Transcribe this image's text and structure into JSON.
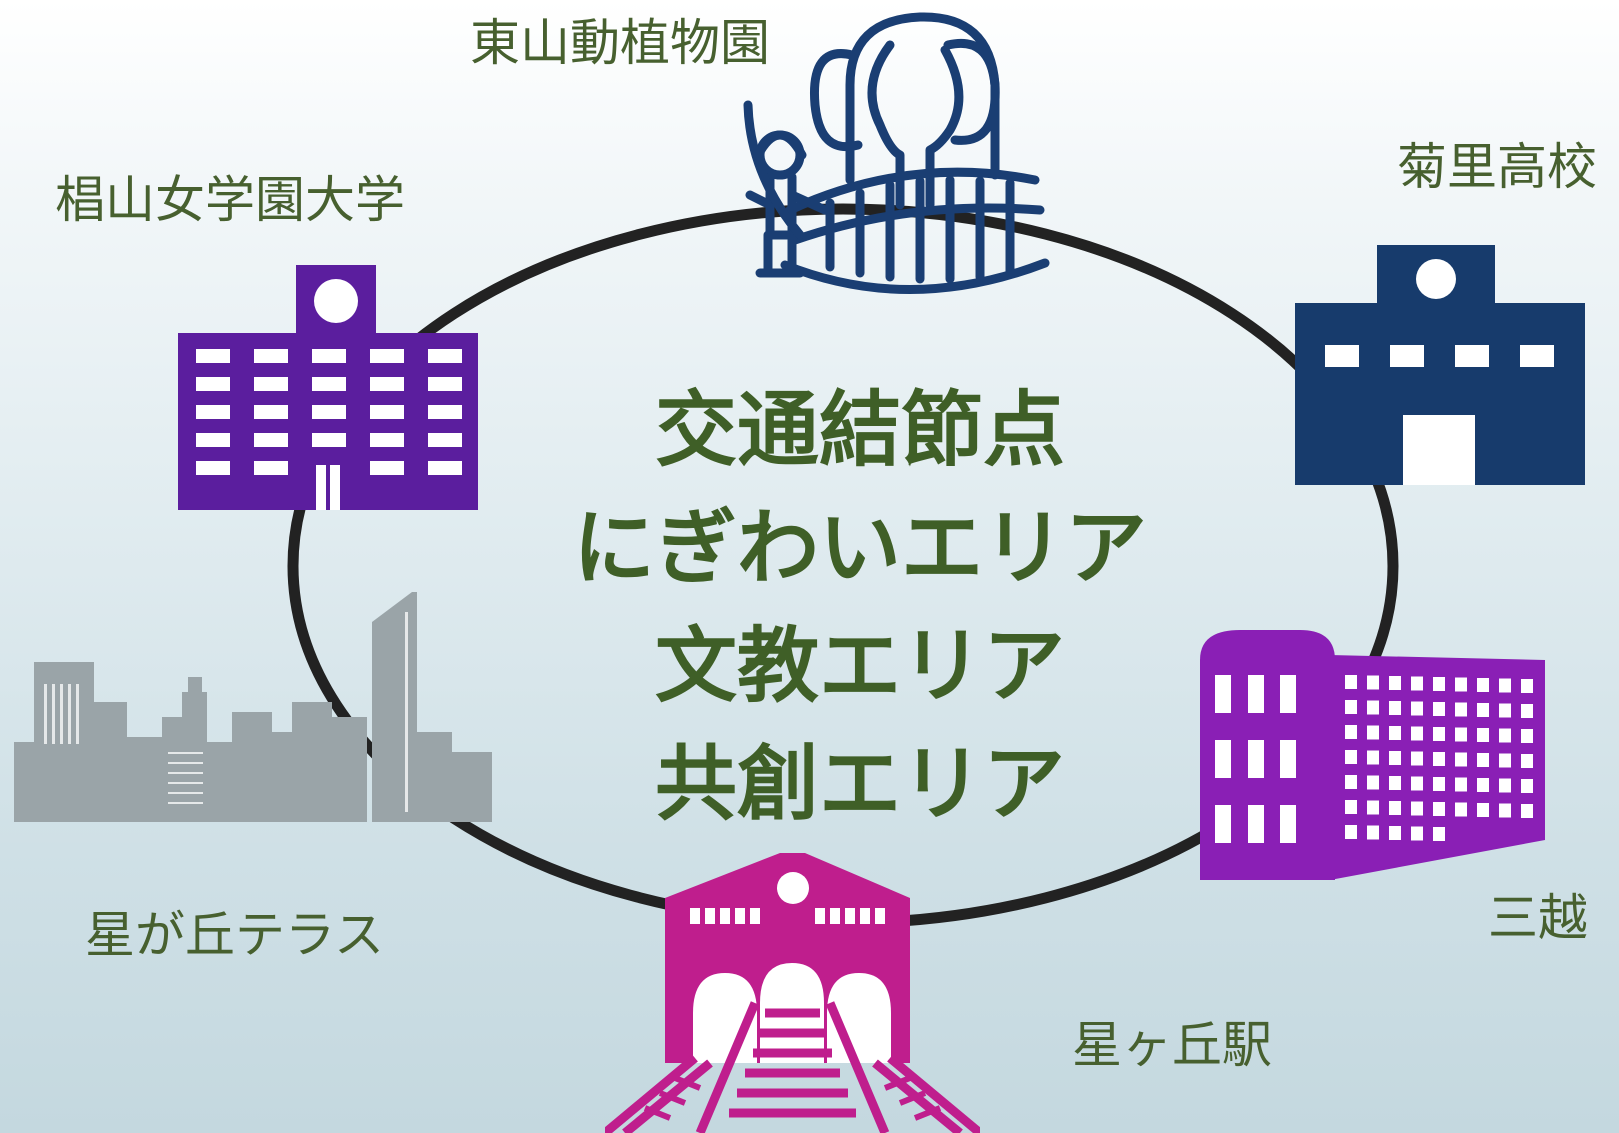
{
  "places": {
    "higashiyama_zoo": "東山動植物園",
    "sugiyama_university": "椙山女学園大学",
    "kikuzato_highschool": "菊里高校",
    "hoshigaoka_terrace": "星が丘テラス",
    "mitsukoshi": "三越",
    "hoshigaoka_station": "星ヶ丘駅"
  },
  "center": {
    "line1": "交通結節点",
    "line2": "にぎわいエリア",
    "line3": "文教エリア",
    "line4": "共創エリア"
  },
  "colors": {
    "label_green": "#47602f",
    "center_green": "#3f5f27",
    "ring": "#222222",
    "zoo_navy": "#1a3e73",
    "university_purple": "#5b1e9e",
    "highschool_navy": "#173b6c",
    "mitsukoshi_purple": "#8a1fb5",
    "station_magenta": "#bf1e8d",
    "terrace_gray": "#9aa4a8"
  },
  "icons": {
    "zoo": "elephant-zoo-icon",
    "university": "university-building-icon",
    "highschool": "school-building-icon",
    "terrace": "city-skyline-icon",
    "mitsukoshi": "department-store-icon",
    "station": "train-station-icon"
  }
}
